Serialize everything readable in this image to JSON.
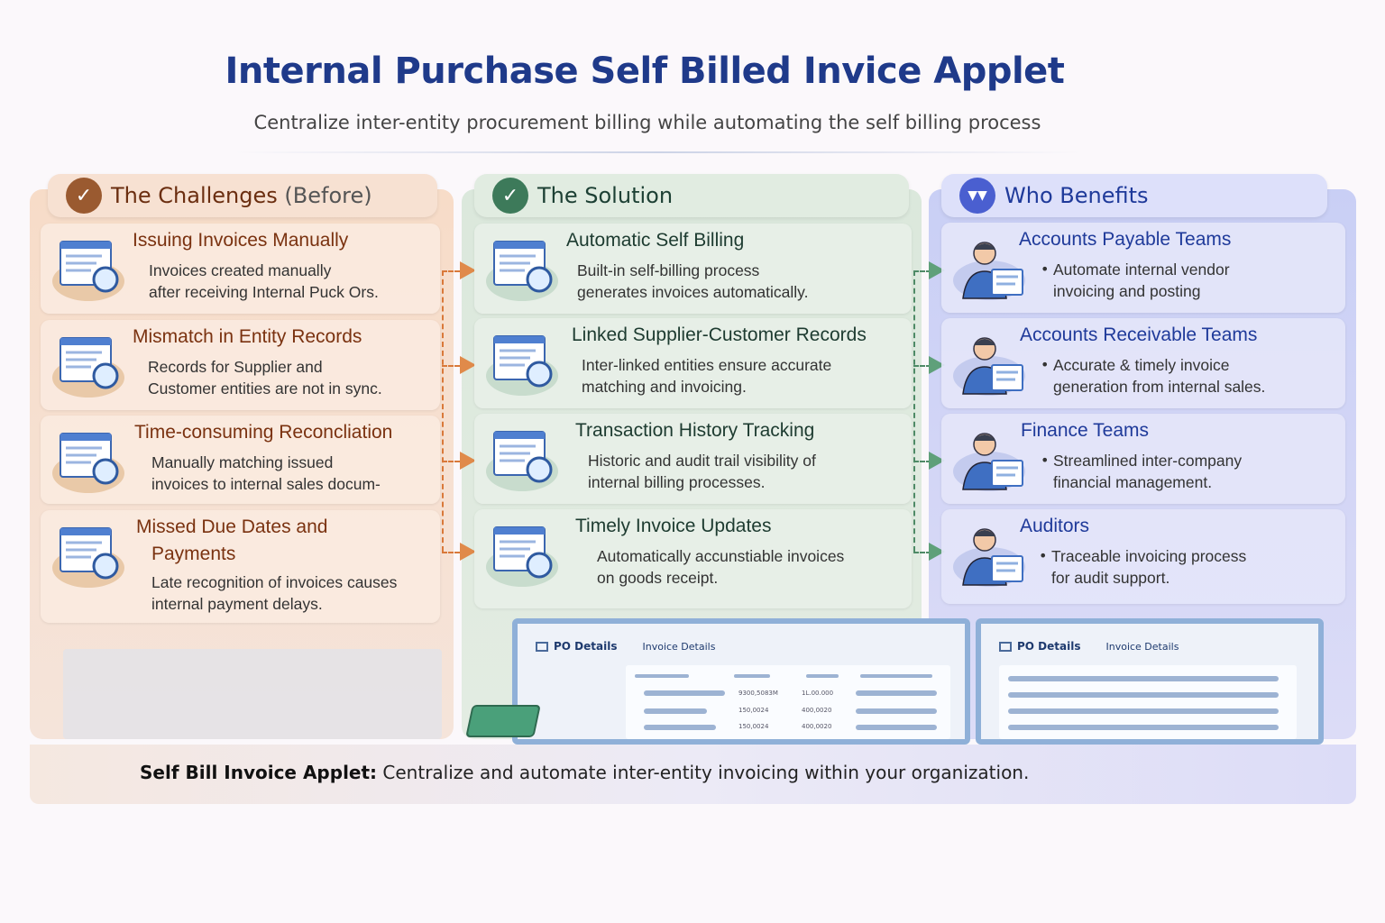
{
  "header": {
    "title": "Internal Purchase Self Billed Invice Applet",
    "subtitle": "Centralize inter-entity procurement billing while automating the self billing process"
  },
  "columns": {
    "challenges": {
      "title": "The Challenges",
      "title_suffix": "(Before)",
      "icon": "check-circle-icon",
      "color": "#8a4a20",
      "items": [
        {
          "title": "Issuing Invoices Manually",
          "desc": [
            "Invoices created manually",
            "after receiving Internal Puck Ors."
          ],
          "icon": "invoice-documents-icon"
        },
        {
          "title": "Mismatch in Entity Records",
          "desc": [
            "Records for Supplier and",
            "Customer entities are not in sync."
          ],
          "icon": "magnifier-records-icon"
        },
        {
          "title": "Time-consuming Reconcliation",
          "desc": [
            "Manually matching issued",
            "invoices to internal sales docum-"
          ],
          "icon": "warning-documents-icon"
        },
        {
          "title": "Missed Due Dates and",
          "title2": "Payments",
          "desc": [
            "Late recognition of invoices causes",
            "internal payment delays."
          ],
          "icon": "calendar-money-icon"
        }
      ]
    },
    "solution": {
      "title": "The Solution",
      "icon": "check-circle-icon",
      "color": "#3d7a5a",
      "items": [
        {
          "title": "Automatic Self Billing",
          "desc": [
            "Built-in self-billing process",
            "generates invoices automatically."
          ],
          "icon": "auto-invoice-icon"
        },
        {
          "title": "Linked Supplier-Customer Records",
          "desc": [
            "Inter-linked entities ensure accurate",
            "matching and invoicing."
          ],
          "icon": "linked-records-icon"
        },
        {
          "title": "Transaction History Tracking",
          "desc": [
            "Historic and audit trail visibility of",
            "internal billing processes."
          ],
          "icon": "history-search-icon"
        },
        {
          "title": "Timely Invoice Updates",
          "desc": [
            "Automatically accunstiable invoices",
            "on goods receipt."
          ],
          "icon": "clock-invoice-icon"
        }
      ]
    },
    "benefits": {
      "title": "Who Benefits",
      "icon": "chevrons-down-circle-icon",
      "color": "#4a5fd0",
      "items": [
        {
          "title": "Accounts Payable Teams",
          "desc": [
            "Automate internal vendor",
            "invoicing and posting"
          ],
          "icon": "person-documents-icon"
        },
        {
          "title": "Accounts Receivable Teams",
          "desc": [
            "Accurate & timely invoice",
            "generation from internal sales."
          ],
          "icon": "person-tablet-icon"
        },
        {
          "title": "Finance Teams",
          "desc": [
            "Streamlined inter-company",
            "financial management."
          ],
          "icon": "person-laptop-icon"
        },
        {
          "title": "Auditors",
          "desc": [
            "Traceable invoicing process",
            "for audit support."
          ],
          "icon": "person-clipboard-icon"
        }
      ]
    }
  },
  "app_screens": [
    {
      "tab_active": "PO Details",
      "tab_other": "Invoice Details",
      "values": [
        "9300,5083M",
        "1L.00.000",
        "150,0024",
        "400,0020",
        "150,0024",
        "400,0020"
      ]
    },
    {
      "tab_active": "PO Details",
      "tab_other": "Invoice Details"
    }
  ],
  "footer": {
    "label": "Self Bill Invoice Applet:",
    "text": "Centralize and automate inter-entity invoicing within your organization."
  }
}
